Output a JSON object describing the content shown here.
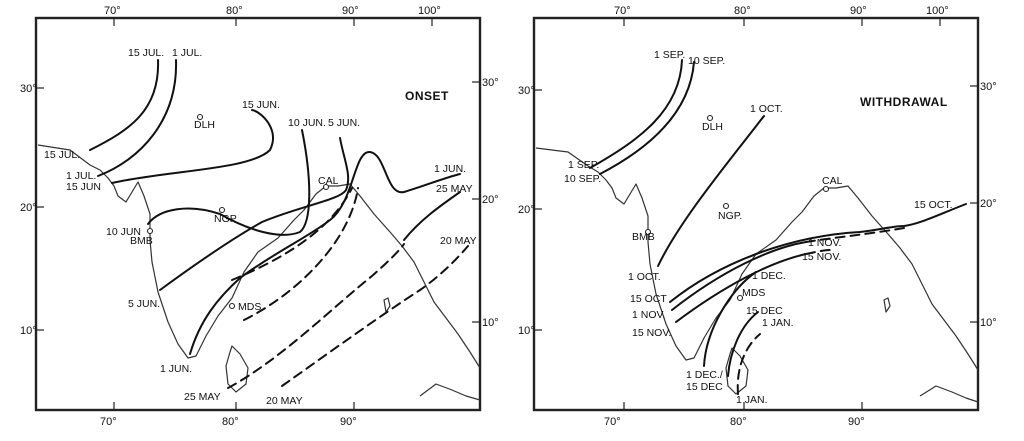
{
  "maps": [
    {
      "id": "onset",
      "title": "ONSET",
      "axis_top": [
        "70°",
        "80°",
        "90°",
        "100°"
      ],
      "axis_bottom": [
        "70°",
        "80°",
        "90°"
      ],
      "axis_left": [
        "30°",
        "20°",
        "10°"
      ],
      "axis_right": [
        "30°",
        "20°",
        "10°"
      ],
      "cities": [
        "DLH",
        "CAL",
        "NGP",
        "BMB",
        "MDS"
      ],
      "isolines": [
        {
          "label": "15 JUL.",
          "dashed": false
        },
        {
          "label": "1 JUL.",
          "dashed": false
        },
        {
          "label": "15 JUN.",
          "dashed": false
        },
        {
          "label": "10 JUN.",
          "dashed": false
        },
        {
          "label": "5 JUN.",
          "dashed": false
        },
        {
          "label": "1 JUN.",
          "dashed": false
        },
        {
          "label": "25 MAY",
          "dashed": true
        },
        {
          "label": "20 MAY",
          "dashed": true
        }
      ],
      "extra_labels": [
        "15 JUL.",
        "1 JUL.",
        "15 JUN",
        "10 JUN",
        "5 JUN.",
        "1 JUN.",
        "25 MAY",
        "20 MAY",
        "25 MAY",
        "20 MAY"
      ]
    },
    {
      "id": "withdrawal",
      "title": "WITHDRAWAL",
      "axis_top": [
        "70°",
        "80°",
        "90°",
        "100°"
      ],
      "axis_bottom": [
        "70°",
        "80°",
        "90°"
      ],
      "axis_left": [
        "30°",
        "20°",
        "10°"
      ],
      "axis_right": [
        "30°",
        "20°",
        "10°"
      ],
      "cities": [
        "DLH",
        "CAL",
        "NGP.",
        "BMB",
        "MDS"
      ],
      "isolines": [
        {
          "label": "1 SEP.",
          "dashed": false
        },
        {
          "label": "10 SEP.",
          "dashed": false
        },
        {
          "label": "1 OCT.",
          "dashed": false
        },
        {
          "label": "15 OCT.",
          "dashed": false
        },
        {
          "label": "1 NOV.",
          "dashed": false
        },
        {
          "label": "15 NOV.",
          "dashed": false
        },
        {
          "label": "1 DEC.",
          "dashed": false
        },
        {
          "label": "15 DEC",
          "dashed": false
        },
        {
          "label": "1 JAN.",
          "dashed": true
        }
      ],
      "extra_labels": [
        "1 SEP.",
        "10 SEP.",
        "1 OCT.",
        "15 OCT",
        "1 NOV.",
        "15 NOV.",
        "1 DEC./",
        "15 DEC",
        "1 JAN.",
        "1 NOV.",
        "15 NOV.",
        "1 DEC.",
        "15 DEC",
        "1 JAN."
      ]
    }
  ]
}
